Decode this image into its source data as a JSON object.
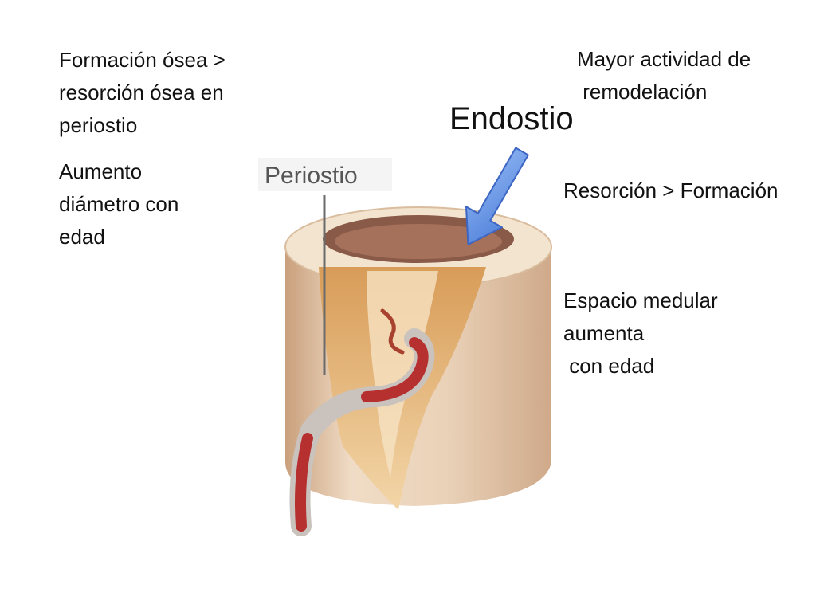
{
  "left_notes": {
    "formation": "Formación ósea >\nresorción ósea en\nperiostio",
    "diameter": "Aumento\ndiámetro con\nedad"
  },
  "right_notes": {
    "remodeling": "Mayor actividad de\n remodelación",
    "endosteum_title": "Endostio",
    "resorption": "Resorción > Formación",
    "medullary": "Espacio medular\naumenta\n con edad"
  },
  "diagram": {
    "periosteum_label": "Periostio"
  },
  "colors": {
    "text": "#111111",
    "arrow_fill": "#6f9be8",
    "arrow_stroke": "#3d66c4",
    "bone_outer": "#e9cfb2",
    "bone_inner": "#e5b47a",
    "vessel": "#b5302e"
  }
}
